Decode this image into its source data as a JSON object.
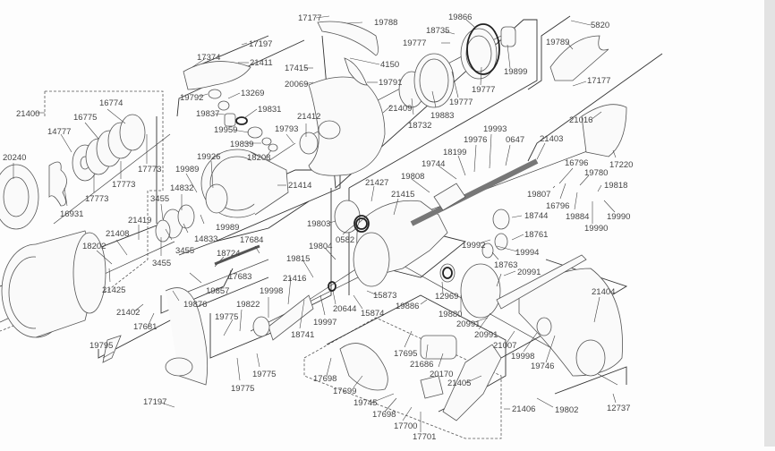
{
  "diagram": {
    "title": "Spinning reel exploded parts diagram",
    "labels": [
      {
        "id": "17177a",
        "text": "17177"
      },
      {
        "id": "19788",
        "text": "19788"
      },
      {
        "id": "19866",
        "text": "19866"
      },
      {
        "id": "5820",
        "text": "5820"
      },
      {
        "id": "17197a",
        "text": "17197"
      },
      {
        "id": "17374",
        "text": "17374"
      },
      {
        "id": "21411",
        "text": "21411"
      },
      {
        "id": "17415",
        "text": "17415"
      },
      {
        "id": "4150",
        "text": "4150"
      },
      {
        "id": "20069",
        "text": "20069"
      },
      {
        "id": "19791",
        "text": "19791"
      },
      {
        "id": "18735",
        "text": "18735"
      },
      {
        "id": "19777a",
        "text": "19777"
      },
      {
        "id": "19899",
        "text": "19899"
      },
      {
        "id": "19789",
        "text": "19789"
      },
      {
        "id": "17177b",
        "text": "17177"
      },
      {
        "id": "16774",
        "text": "16774"
      },
      {
        "id": "21400",
        "text": "21400"
      },
      {
        "id": "16775",
        "text": "16775"
      },
      {
        "id": "14777",
        "text": "14777"
      },
      {
        "id": "20240",
        "text": "20240"
      },
      {
        "id": "17773a",
        "text": "17773"
      },
      {
        "id": "17773b",
        "text": "17773"
      },
      {
        "id": "17773c",
        "text": "17773"
      },
      {
        "id": "16931",
        "text": "16931"
      },
      {
        "id": "19792",
        "text": "19792"
      },
      {
        "id": "13269",
        "text": "13269"
      },
      {
        "id": "19837",
        "text": "19837"
      },
      {
        "id": "19831",
        "text": "19831"
      },
      {
        "id": "19959",
        "text": "19959"
      },
      {
        "id": "19839",
        "text": "19839"
      },
      {
        "id": "18208",
        "text": "18208"
      },
      {
        "id": "19793",
        "text": "19793"
      },
      {
        "id": "21412",
        "text": "21412"
      },
      {
        "id": "21409",
        "text": "21409"
      },
      {
        "id": "18732",
        "text": "18732"
      },
      {
        "id": "19883",
        "text": "19883"
      },
      {
        "id": "19777b",
        "text": "19777"
      },
      {
        "id": "19777c",
        "text": "19777"
      },
      {
        "id": "21016",
        "text": "21016"
      },
      {
        "id": "19926",
        "text": "19926"
      },
      {
        "id": "19989a",
        "text": "19989"
      },
      {
        "id": "14832",
        "text": "14832"
      },
      {
        "id": "21414",
        "text": "21414"
      },
      {
        "id": "3455a",
        "text": "3455"
      },
      {
        "id": "19989b",
        "text": "19989"
      },
      {
        "id": "14833",
        "text": "14833"
      },
      {
        "id": "3455b",
        "text": "3455"
      },
      {
        "id": "3455c",
        "text": "3455"
      },
      {
        "id": "21419",
        "text": "21419"
      },
      {
        "id": "21408",
        "text": "21408"
      },
      {
        "id": "18202",
        "text": "18202"
      },
      {
        "id": "21425",
        "text": "21425"
      },
      {
        "id": "17684",
        "text": "17684"
      },
      {
        "id": "18724",
        "text": "18724"
      },
      {
        "id": "17683",
        "text": "17683"
      },
      {
        "id": "19857",
        "text": "19857"
      },
      {
        "id": "19876",
        "text": "19876"
      },
      {
        "id": "21402",
        "text": "21402"
      },
      {
        "id": "17681",
        "text": "17681"
      },
      {
        "id": "19795",
        "text": "19795"
      },
      {
        "id": "17197b",
        "text": "17197"
      },
      {
        "id": "19993",
        "text": "19993"
      },
      {
        "id": "19976",
        "text": "19976"
      },
      {
        "id": "0647",
        "text": "0647"
      },
      {
        "id": "21403",
        "text": "21403"
      },
      {
        "id": "18199",
        "text": "18199"
      },
      {
        "id": "19744",
        "text": "19744"
      },
      {
        "id": "19808",
        "text": "19808"
      },
      {
        "id": "21427",
        "text": "21427"
      },
      {
        "id": "21415",
        "text": "21415"
      },
      {
        "id": "19803",
        "text": "19803"
      },
      {
        "id": "0582",
        "text": "0582"
      },
      {
        "id": "19804",
        "text": "19804"
      },
      {
        "id": "19815",
        "text": "19815"
      },
      {
        "id": "21416",
        "text": "21416"
      },
      {
        "id": "16796a",
        "text": "16796"
      },
      {
        "id": "17220",
        "text": "17220"
      },
      {
        "id": "19780",
        "text": "19780"
      },
      {
        "id": "19818",
        "text": "19818"
      },
      {
        "id": "19807",
        "text": "19807"
      },
      {
        "id": "16796b",
        "text": "16796"
      },
      {
        "id": "19884",
        "text": "19884"
      },
      {
        "id": "19990a",
        "text": "19990"
      },
      {
        "id": "19990b",
        "text": "19990"
      },
      {
        "id": "18744",
        "text": "18744"
      },
      {
        "id": "18761",
        "text": "18761"
      },
      {
        "id": "19992",
        "text": "19992"
      },
      {
        "id": "19994",
        "text": "19994"
      },
      {
        "id": "18763",
        "text": "18763"
      },
      {
        "id": "20991a",
        "text": "20991"
      },
      {
        "id": "21404",
        "text": "21404"
      },
      {
        "id": "19998a",
        "text": "19998"
      },
      {
        "id": "19822",
        "text": "19822"
      },
      {
        "id": "19775a",
        "text": "19775"
      },
      {
        "id": "19775b",
        "text": "19775"
      },
      {
        "id": "19775c",
        "text": "19775"
      },
      {
        "id": "18741",
        "text": "18741"
      },
      {
        "id": "19997",
        "text": "19997"
      },
      {
        "id": "20644",
        "text": "20644"
      },
      {
        "id": "15873",
        "text": "15873"
      },
      {
        "id": "15874",
        "text": "15874"
      },
      {
        "id": "19886",
        "text": "19886"
      },
      {
        "id": "12969",
        "text": "12969"
      },
      {
        "id": "19880",
        "text": "19880"
      },
      {
        "id": "20991b",
        "text": "20991"
      },
      {
        "id": "20991c",
        "text": "20991"
      },
      {
        "id": "21007",
        "text": "21007"
      },
      {
        "id": "19998b",
        "text": "19998"
      },
      {
        "id": "19746",
        "text": "19746"
      },
      {
        "id": "17695",
        "text": "17695"
      },
      {
        "id": "21686",
        "text": "21686"
      },
      {
        "id": "20170",
        "text": "20170"
      },
      {
        "id": "21405",
        "text": "21405"
      },
      {
        "id": "17698a",
        "text": "17698"
      },
      {
        "id": "17699",
        "text": "17699"
      },
      {
        "id": "19745",
        "text": "19745"
      },
      {
        "id": "17698b",
        "text": "17698"
      },
      {
        "id": "17700",
        "text": "17700"
      },
      {
        "id": "17701",
        "text": "17701"
      },
      {
        "id": "21406",
        "text": "21406"
      },
      {
        "id": "19802",
        "text": "19802"
      },
      {
        "id": "12737",
        "text": "12737"
      }
    ]
  }
}
